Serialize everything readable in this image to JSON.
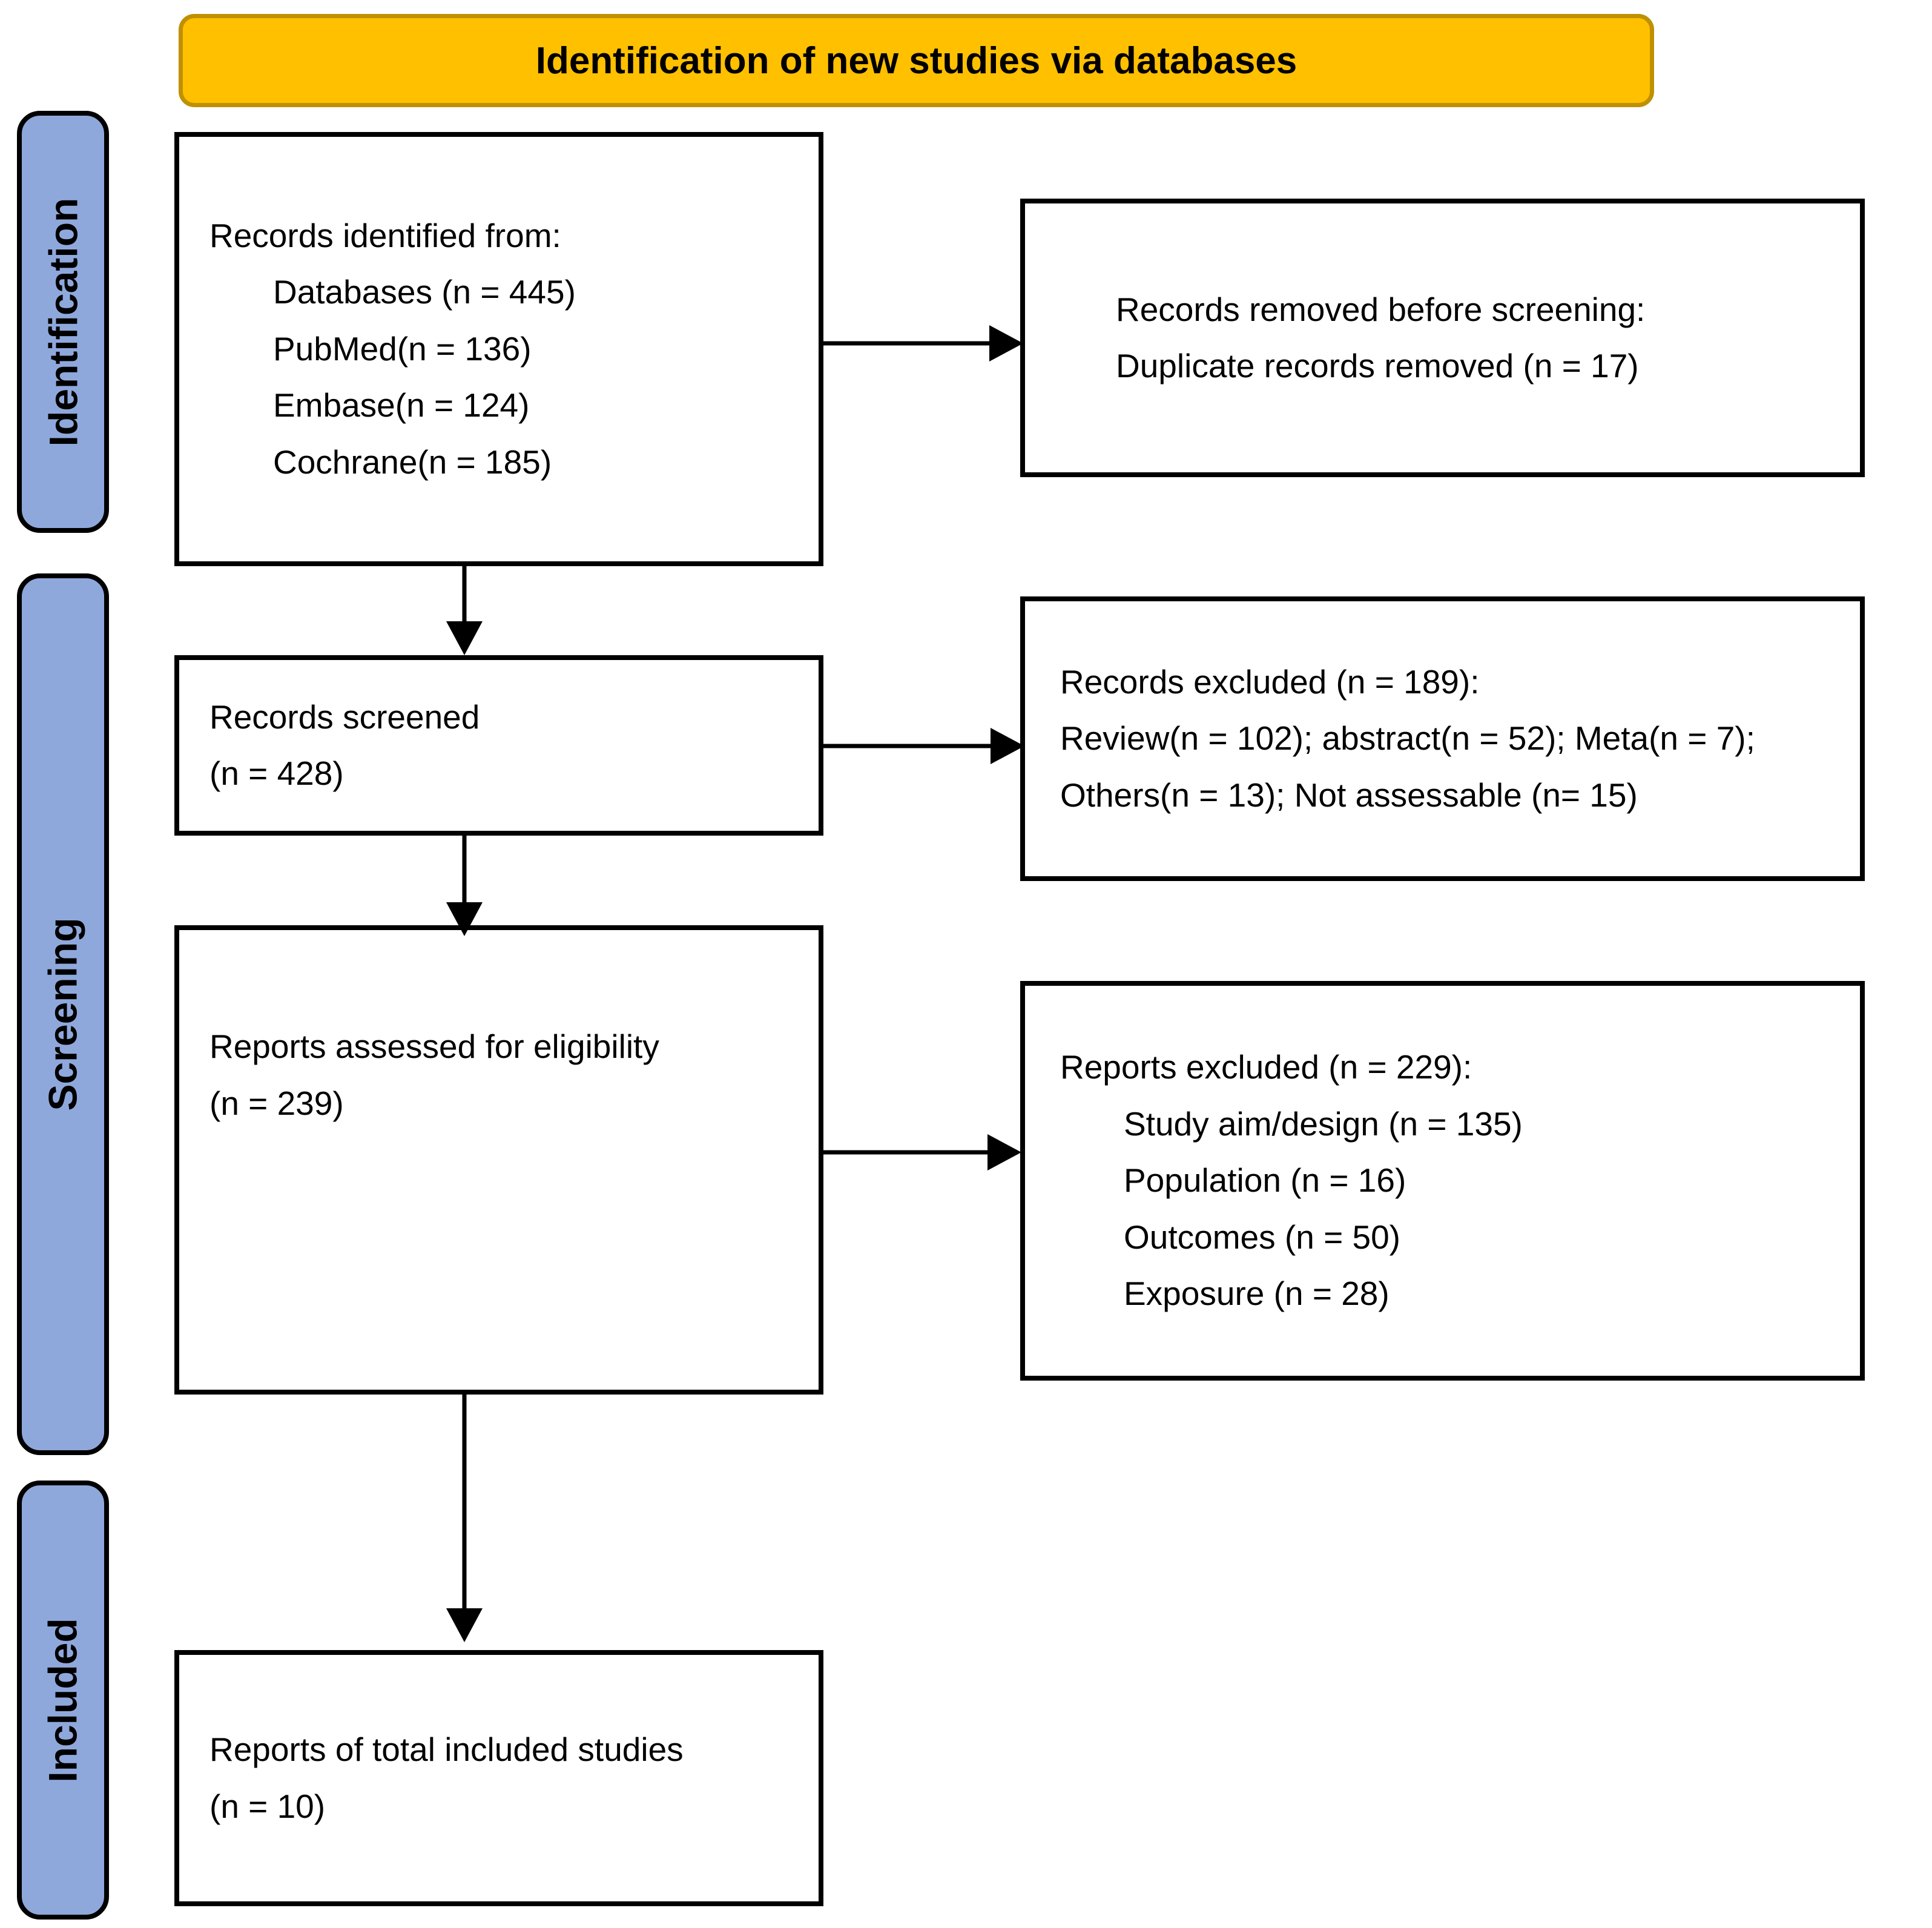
{
  "figure": {
    "type": "prisma-flow-diagram",
    "banner_title": "Identification of new studies via databases"
  },
  "stages": {
    "identification": "Identification",
    "screening": "Screening",
    "included": "Included"
  },
  "boxes": {
    "records_identified": {
      "lines": [
        "Records identified from:",
        "Databases (n = 445)",
        "PubMed(n = 136)",
        "Embase(n = 124)",
        "Cochrane(n = 185)"
      ]
    },
    "records_removed": {
      "lines": [
        "Records removed before screening:",
        "Duplicate records removed (n = 17)"
      ]
    },
    "records_screened": {
      "lines": [
        "Records screened",
        "(n = 428)"
      ]
    },
    "records_excluded": {
      "lines": [
        "Records excluded (n = 189):",
        "Review(n = 102); abstract(n = 52); Meta(n = 7);",
        "Others(n = 13); Not assessable (n= 15)"
      ]
    },
    "reports_assessed": {
      "lines": [
        "Reports assessed for eligibility",
        "(n = 239)"
      ]
    },
    "reports_excluded": {
      "lines": [
        "Reports excluded (n = 229):",
        "Study aim/design (n = 135)",
        "Population (n = 16)",
        "Outcomes (n = 50)",
        "Exposure (n = 28)"
      ]
    },
    "reports_included": {
      "lines": [
        "Reports of total included studies",
        "(n = 10)"
      ]
    }
  },
  "colors": {
    "stage_bar_fill": "#8FA8DC",
    "banner_fill": "#FFC000",
    "banner_border": "#BF9000",
    "box_border": "#000000",
    "arrow": "#000000",
    "background": "#FFFFFF"
  }
}
